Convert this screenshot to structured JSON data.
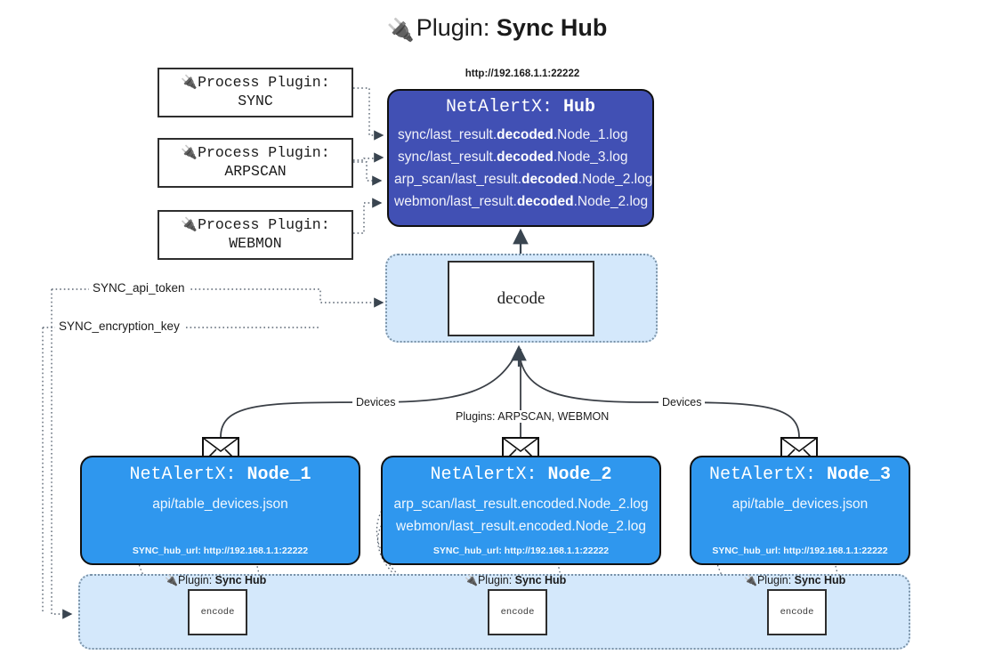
{
  "title": {
    "icon": "plug-icon",
    "prefix": "Plugin:",
    "name": "Sync Hub"
  },
  "process_plugins": [
    {
      "icon": "plug-icon",
      "line1": "Process Plugin:",
      "line2": "SYNC"
    },
    {
      "icon": "plug-icon",
      "line1": "Process Plugin:",
      "line2": "ARPSCAN"
    },
    {
      "icon": "plug-icon",
      "line1": "Process Plugin:",
      "line2": "WEBMON"
    }
  ],
  "hub": {
    "url": "http://192.168.1.1:22222",
    "title_prefix": "NetAlertX:",
    "title_name": "Hub",
    "logs": [
      {
        "pre": "sync/last_result.",
        "mid": "decoded",
        "post": ".Node_1.log"
      },
      {
        "pre": "sync/last_result.",
        "mid": "decoded",
        "post": ".Node_3.log"
      },
      {
        "pre": "arp_scan/last_result.",
        "mid": "decoded",
        "post": ".Node_2.log"
      },
      {
        "pre": "webmon/last_result.",
        "mid": "decoded",
        "post": ".Node_2.log"
      }
    ]
  },
  "decode": {
    "label": "decode"
  },
  "tokens": [
    {
      "label": "SYNC_api_token"
    },
    {
      "label": "SYNC_encryption_key"
    }
  ],
  "edge_labels": {
    "devices_left": "Devices",
    "devices_right": "Devices",
    "plugins_center": "Plugins: ARPSCAN, WEBMON"
  },
  "nodes": [
    {
      "title_prefix": "NetAlertX:",
      "title_name": "Node_1",
      "lines": [
        "api/table_devices.json"
      ],
      "footer": "SYNC_hub_url: http://192.168.1.1:22222",
      "icon": "envelope-icon"
    },
    {
      "title_prefix": "NetAlertX:",
      "title_name": "Node_2",
      "lines": [
        "arp_scan/last_result.encoded.Node_2.log",
        "webmon/last_result.encoded.Node_2.log"
      ],
      "footer": "SYNC_hub_url: http://192.168.1.1:22222",
      "icon": "envelope-icon"
    },
    {
      "title_prefix": "NetAlertX:",
      "title_name": "Node_3",
      "lines": [
        "api/table_devices.json"
      ],
      "footer": "SYNC_hub_url: http://192.168.1.1:22222",
      "icon": "envelope-icon"
    }
  ],
  "encoders": [
    {
      "caption_icon": "plug-icon",
      "caption_prefix": "Plugin:",
      "caption_name": "Sync Hub",
      "label": "encode"
    },
    {
      "caption_icon": "plug-icon",
      "caption_prefix": "Plugin:",
      "caption_name": "Sync Hub",
      "label": "encode"
    },
    {
      "caption_icon": "plug-icon",
      "caption_prefix": "Plugin:",
      "caption_name": "Sync Hub",
      "label": "encode"
    }
  ],
  "colors": {
    "hub": "#4150b4",
    "node": "#2f97ee",
    "container": "#d4e8fb",
    "container_border": "#7b93a8",
    "stroke": "#2e2e2e",
    "background": "#ffffff"
  }
}
